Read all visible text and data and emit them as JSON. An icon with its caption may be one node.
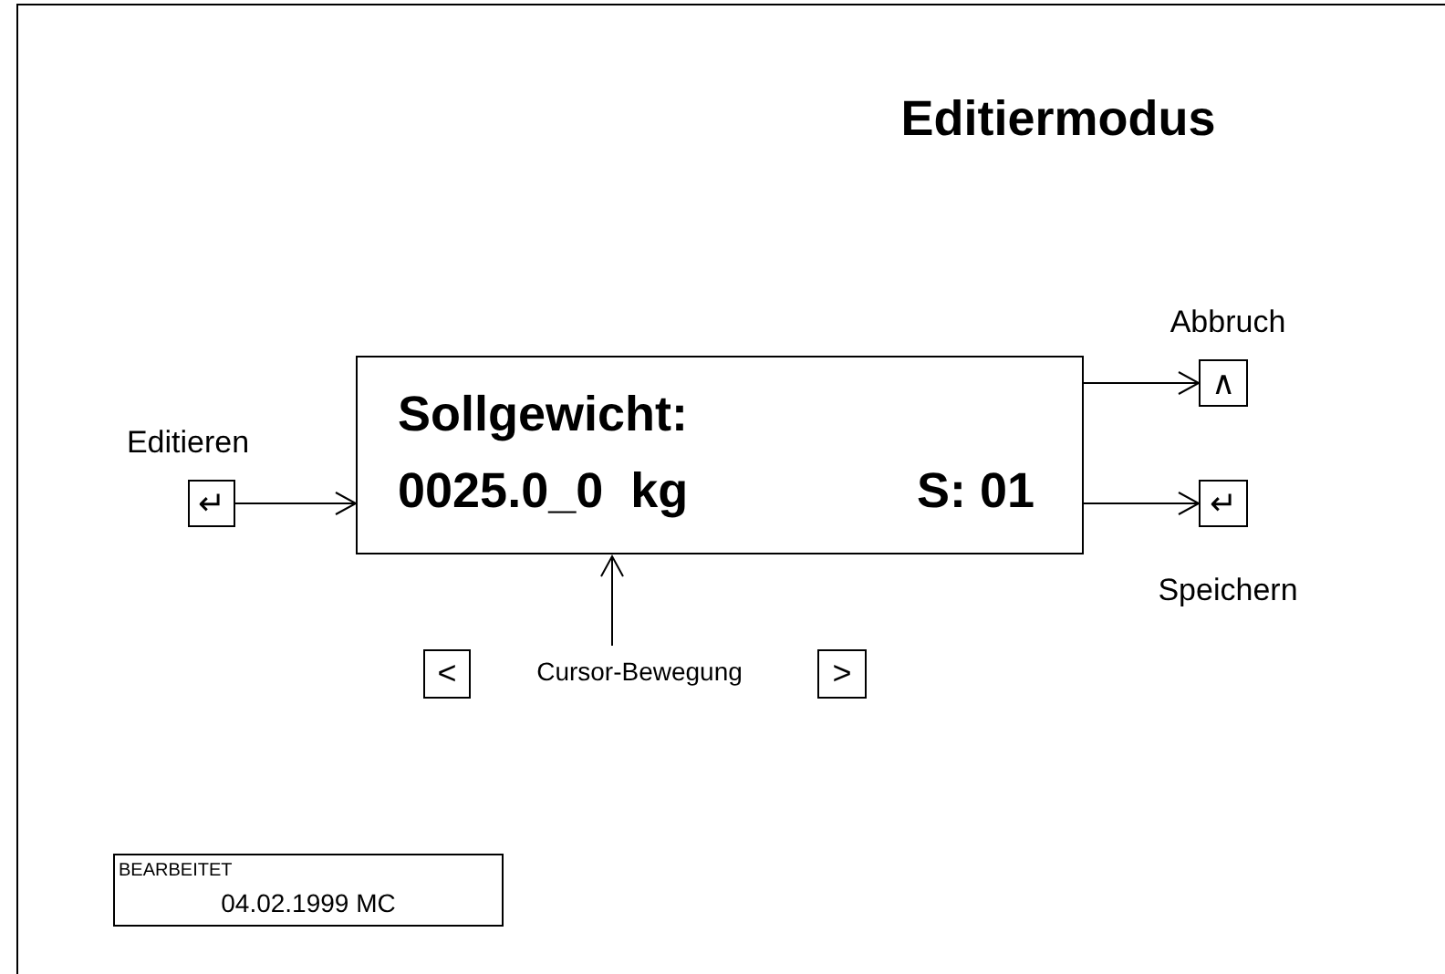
{
  "diagram": {
    "title": "Editiermodus",
    "nodes": [
      {
        "text": [
          "Sollgewicht:",
          "0025.0_0  kg",
          "S: 01"
        ]
      },
      {
        "text": [
          "↵"
        ],
        "beside": [
          "Editieren"
        ]
      },
      {
        "text": [
          "∧"
        ],
        "beside": [
          "Abbruch"
        ]
      },
      {
        "text": [
          "↵"
        ],
        "beside": [
          "Speichern"
        ]
      },
      {
        "text": [
          "<"
        ]
      },
      {
        "text": [
          "Cursor-Bewegung"
        ]
      },
      {
        "text": [
          ">"
        ]
      },
      {
        "text": [
          "BEARBEITET",
          "04.02.1999 MC"
        ]
      }
    ],
    "edges": [
      {
        "from": 1,
        "to": 0,
        "arrow": "to"
      },
      {
        "from": 0,
        "to": 2,
        "arrow": "to"
      },
      {
        "from": 0,
        "to": 3,
        "arrow": "to"
      },
      {
        "from": 5,
        "to": 0,
        "arrow": "to"
      }
    ]
  }
}
